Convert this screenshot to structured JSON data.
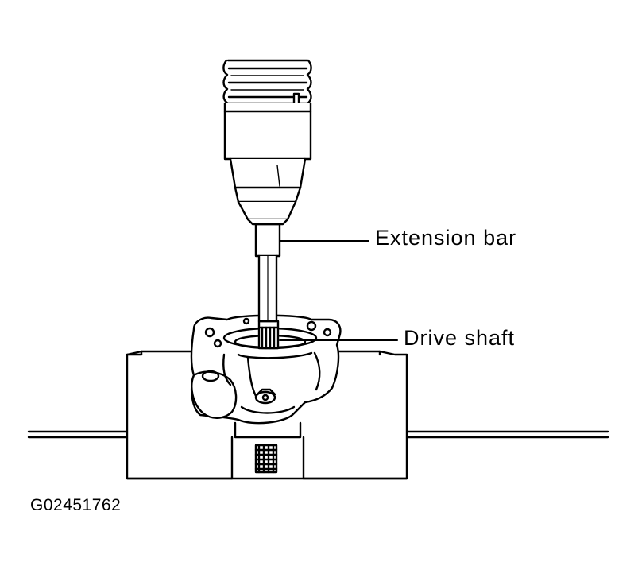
{
  "labels": {
    "extension_bar": "Extension bar",
    "drive_shaft": "Drive shaft"
  },
  "figure_id": "G02451762",
  "colors": {
    "ink": "#000000",
    "paper": "#ffffff"
  }
}
